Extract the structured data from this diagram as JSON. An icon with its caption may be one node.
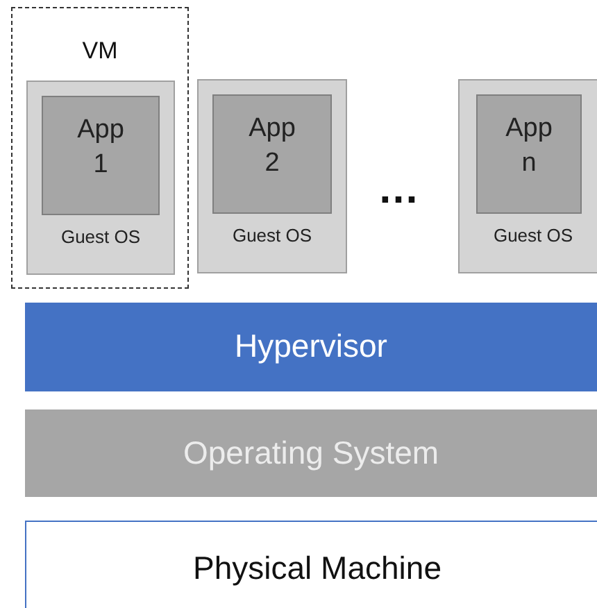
{
  "diagram": {
    "nodes": [
      {
        "text": [
          "VM"
        ]
      },
      {
        "text": [
          "Guest OS"
        ],
        "in": 0
      },
      {
        "text": [
          "App 1"
        ],
        "in": 1
      },
      {
        "text": [
          "Guest OS"
        ]
      },
      {
        "text": [
          "App 2"
        ],
        "in": 3
      },
      {
        "text": [
          "Guest OS"
        ]
      },
      {
        "text": [
          "App n"
        ],
        "in": 5
      },
      {
        "text": [
          "Hypervisor"
        ]
      },
      {
        "text": [
          "Operating System"
        ]
      },
      {
        "text": [
          "Physical Machine"
        ]
      }
    ],
    "edges": [],
    "labels": [
      "…"
    ]
  }
}
